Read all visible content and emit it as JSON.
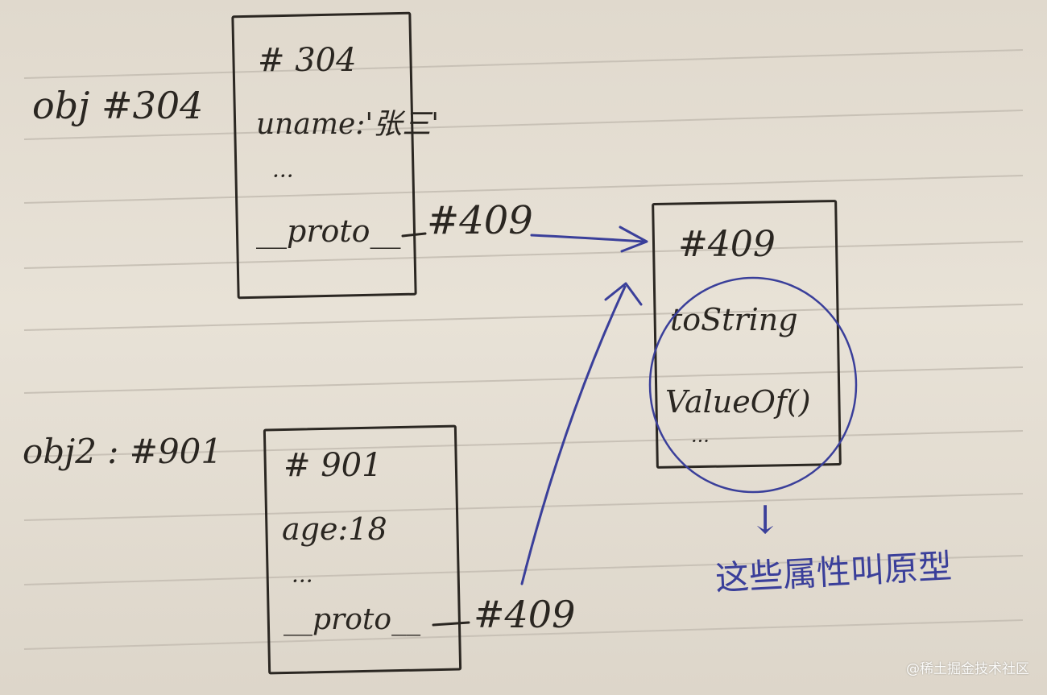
{
  "obj": {
    "label": "obj #304",
    "box": {
      "address": "# 304",
      "field": "uname:'张三'",
      "ellipsis": "···",
      "proto_key": "__proto__",
      "proto_value": "#409"
    }
  },
  "obj2": {
    "label": "obj2 : #901",
    "box": {
      "address": "# 901",
      "field": "age:18",
      "ellipsis": "···",
      "proto_key": "__proto__",
      "proto_value": "#409"
    }
  },
  "prototype": {
    "address": "#409",
    "method1": "toString",
    "method2": "ValueOf()",
    "ellipsis": "···"
  },
  "annotation": {
    "arrow_glyph": "↓",
    "text": "这些属性叫原型"
  },
  "watermark": "@稀土掘金技术社区",
  "colors": {
    "pencil": "#2a2621",
    "blue_ink": "#3a3f9a",
    "paper": "#e3ddd2",
    "ruled_line": "#c8c1b6"
  }
}
